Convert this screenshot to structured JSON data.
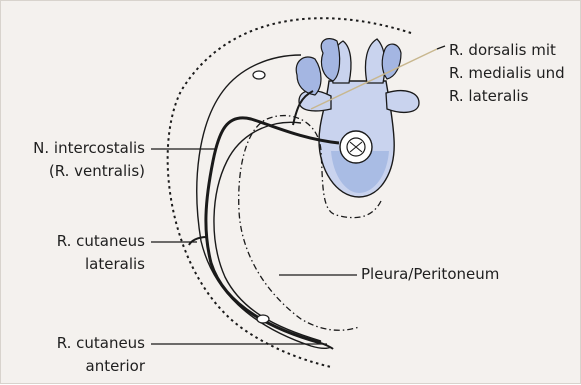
{
  "labels": {
    "r_dorsalis": "R. dorsalis mit\nR. medialis und\nR. lateralis",
    "n_intercostalis": "N. intercostalis\n(R. ventralis)",
    "r_cutaneus_lateralis": "R. cutaneus\nlateralis",
    "pleura_peritoneum": "Pleura/Peritoneum",
    "r_cutaneus_anterior": "R. cutaneus\nanterior"
  },
  "colors": {
    "background": "#f4f1ee",
    "vertebra_fill": "#c9d3ee",
    "muscle_fill": "#a4b6e2",
    "spinal_cord_fill": "#8ea6d9",
    "outline": "#1a1a1a",
    "pointer_line_highlight": "#c8b78e"
  }
}
